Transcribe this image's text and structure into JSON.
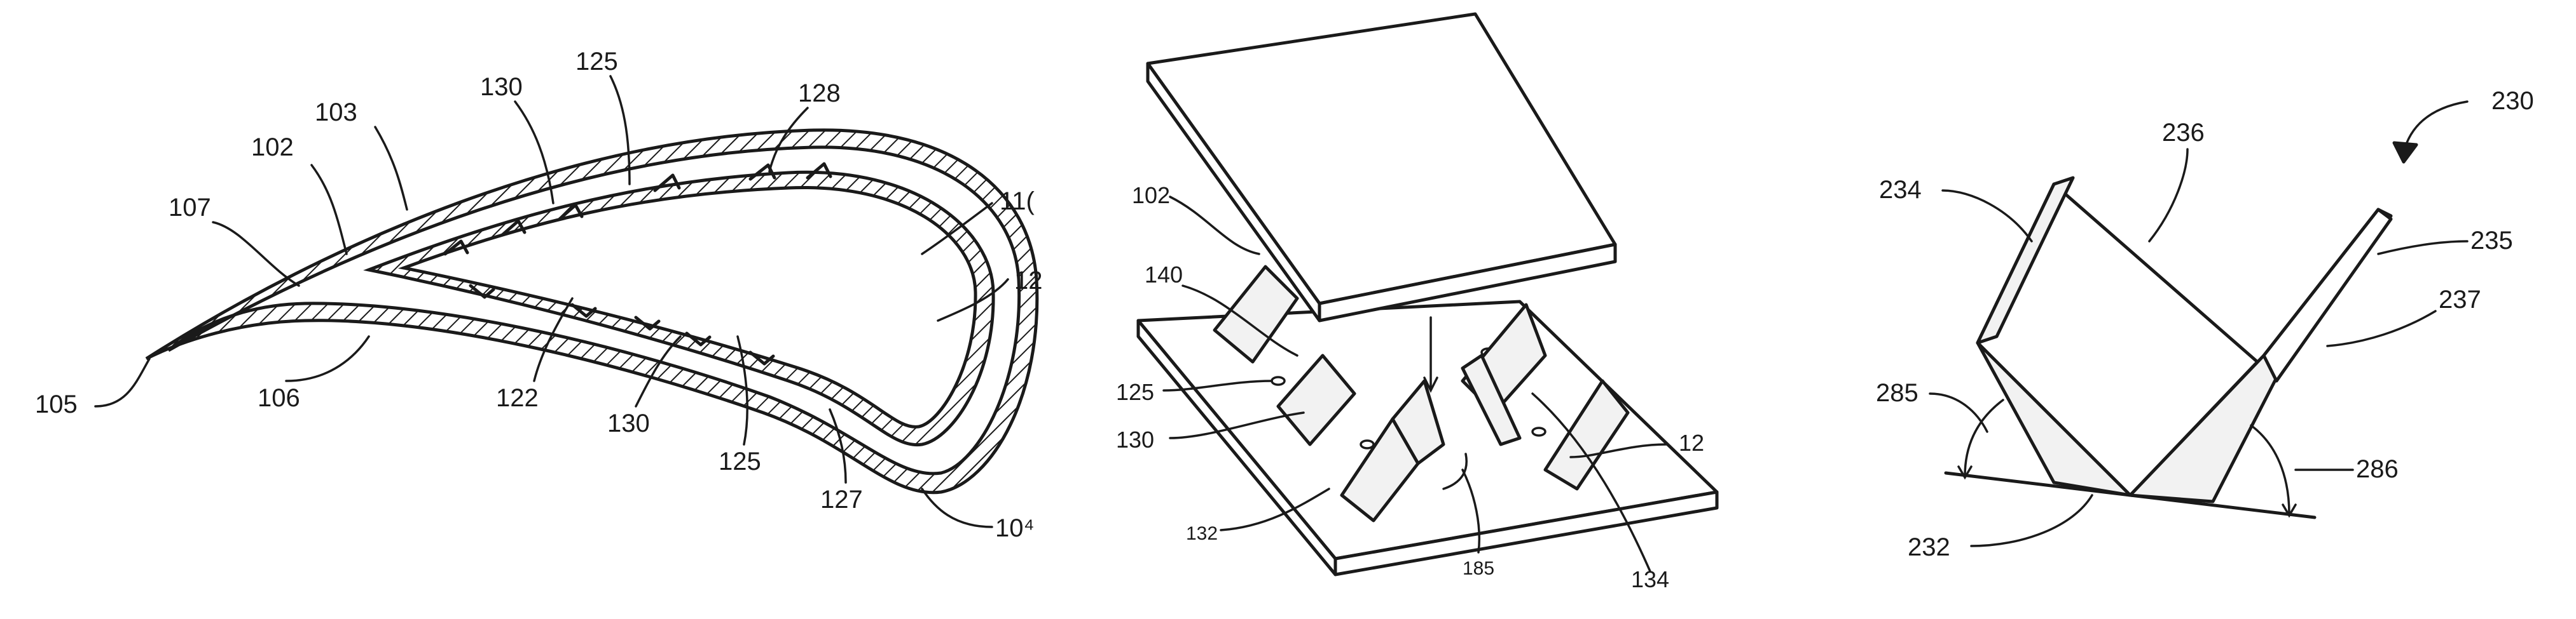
{
  "figure_left": {
    "labels": {
      "l105": "105",
      "l107": "107",
      "l102": "102",
      "l103": "103",
      "l130a": "130",
      "l125a": "125",
      "l128": "128",
      "l110": "11(",
      "l12x": "12",
      "l106": "106",
      "l122": "122",
      "l130b": "130",
      "l125b": "125",
      "l127": "127",
      "l104": "10⁴"
    }
  },
  "figure_middle": {
    "labels": {
      "l102": "102",
      "l140": "140",
      "l125": "125",
      "l130": "130",
      "l132": "132",
      "l185": "185",
      "l134": "134",
      "l12": "12"
    }
  },
  "figure_right": {
    "labels": {
      "l230": "230",
      "l236": "236",
      "l234": "234",
      "l235": "235",
      "l237": "237",
      "l285": "285",
      "l286": "286",
      "l232": "232"
    }
  }
}
